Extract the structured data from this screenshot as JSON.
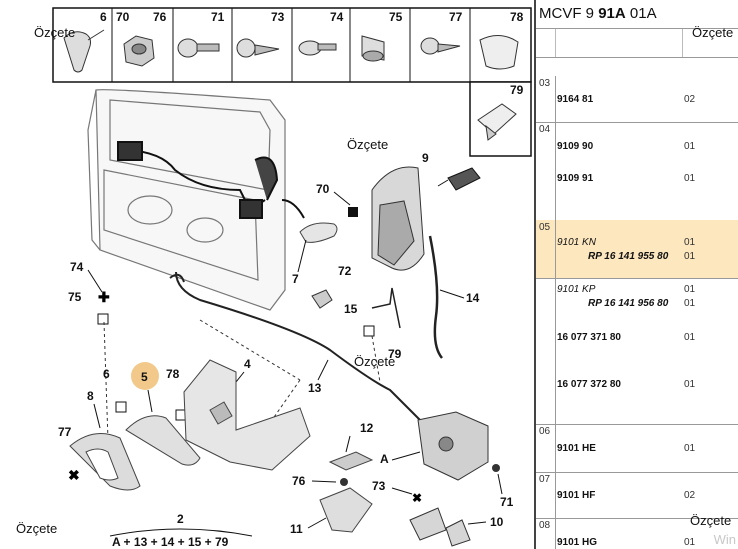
{
  "overlay": {
    "ozcete_label": "Özçete",
    "watermark": "Win"
  },
  "header_bar": {
    "numbers": [
      "6",
      "70",
      "76",
      "71",
      "73",
      "74",
      "75",
      "77",
      "78",
      "79"
    ]
  },
  "callouts": {
    "n2": "2",
    "n4": "4",
    "n5": "5",
    "n6": "6",
    "n7": "7",
    "n8": "8",
    "n9": "9",
    "n10": "10",
    "n11": "11",
    "n12": "12",
    "n13": "13",
    "n14": "14",
    "n15": "15",
    "n70": "70",
    "n71": "71",
    "n72": "72",
    "n73": "73",
    "n74": "74",
    "n75": "75",
    "n76": "76",
    "n77": "77",
    "n78": "78",
    "n79": "79",
    "nA": "A",
    "assembly": "A + 13 + 14 + 15 + 79"
  },
  "panel": {
    "title_prefix": "MCVF 9 ",
    "title_bold": "91A",
    "title_suffix": " 01A",
    "groups": [
      {
        "num": "03",
        "rows": [
          {
            "ref": "9164 81",
            "qty": "02"
          }
        ]
      },
      {
        "num": "04",
        "rows": [
          {
            "ref": "9109 90",
            "qty": "01"
          },
          {
            "ref": "9109 91",
            "qty": "01"
          }
        ]
      },
      {
        "num": "05",
        "rows": [
          {
            "ref": "9101 KN",
            "qty": "01"
          },
          {
            "ref2": "RP 16 141 955 80",
            "qty": "01"
          }
        ]
      },
      {
        "num": "",
        "rows": [
          {
            "ref": "9101 KP",
            "qty": "01"
          },
          {
            "ref2": "RP 16 141 956 80",
            "qty": "01"
          },
          {
            "ref": "16 077 371 80",
            "qty": "01"
          },
          {
            "ref": "16 077 372 80",
            "qty": "01"
          }
        ]
      },
      {
        "num": "06",
        "rows": [
          {
            "ref": "9101 HE",
            "qty": "01"
          }
        ]
      },
      {
        "num": "07",
        "rows": [
          {
            "ref": "9101 HF",
            "qty": "02"
          }
        ]
      },
      {
        "num": "08",
        "rows": [
          {
            "ref": "9101 HG",
            "qty": "01"
          }
        ]
      }
    ]
  },
  "colors": {
    "highlight": "#fde7bf",
    "callout5": "#f2c98a",
    "line": "#111111"
  }
}
